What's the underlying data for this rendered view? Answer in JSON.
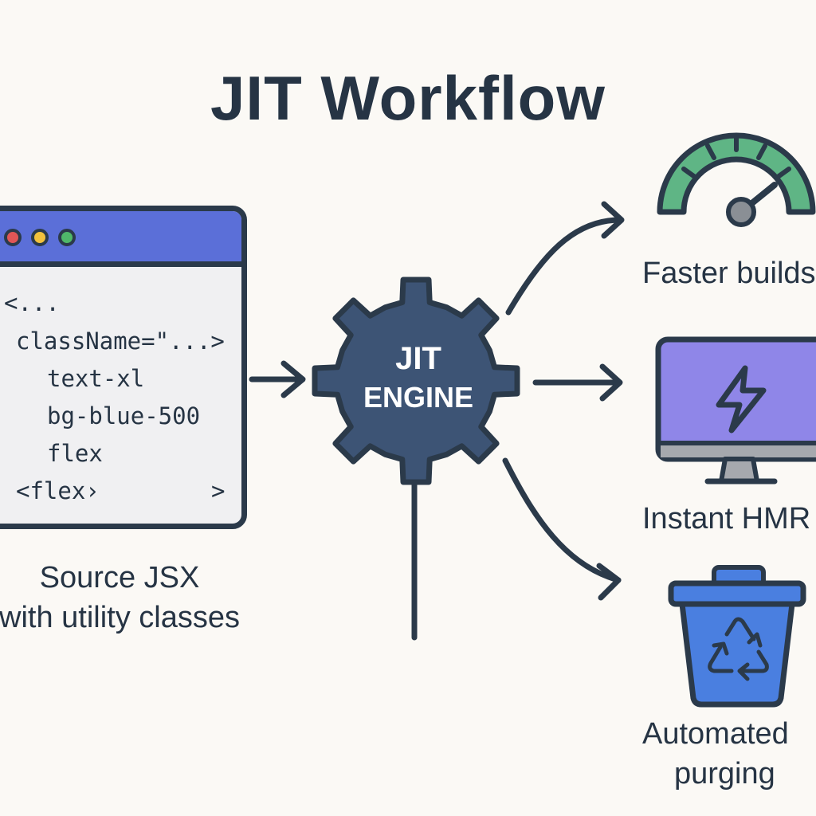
{
  "title": "JIT Workflow",
  "source": {
    "code_lines": [
      "<...",
      "className=\"...>",
      "text-xl",
      "bg-blue-500",
      "flex",
      "<flex›",
      ">"
    ],
    "caption_line1": "Source JSX",
    "caption_line2": "with utility classes",
    "window_controls": [
      "close-dot",
      "minimize-dot",
      "maximize-dot"
    ]
  },
  "engine": {
    "label_line1": "JIT",
    "label_line2": "ENGINE"
  },
  "outputs": [
    {
      "label": "Faster builds",
      "icon": "speedometer-icon"
    },
    {
      "label": "Instant HMR",
      "icon": "lightning-monitor-icon"
    },
    {
      "label_line1": "Automated",
      "label_line2": "purging",
      "icon": "recycle-bin-icon"
    }
  ],
  "colors": {
    "background": "#fbf9f5",
    "ink": "#263444",
    "window_bar": "#5b6fd8",
    "gear": "#3d5475",
    "gauge_green": "#5fb585",
    "monitor_screen": "#8f86e8",
    "bin_blue": "#4a7fe0",
    "dot_red": "#e05656",
    "dot_yellow": "#f2c13d",
    "dot_green": "#4fb86a"
  }
}
